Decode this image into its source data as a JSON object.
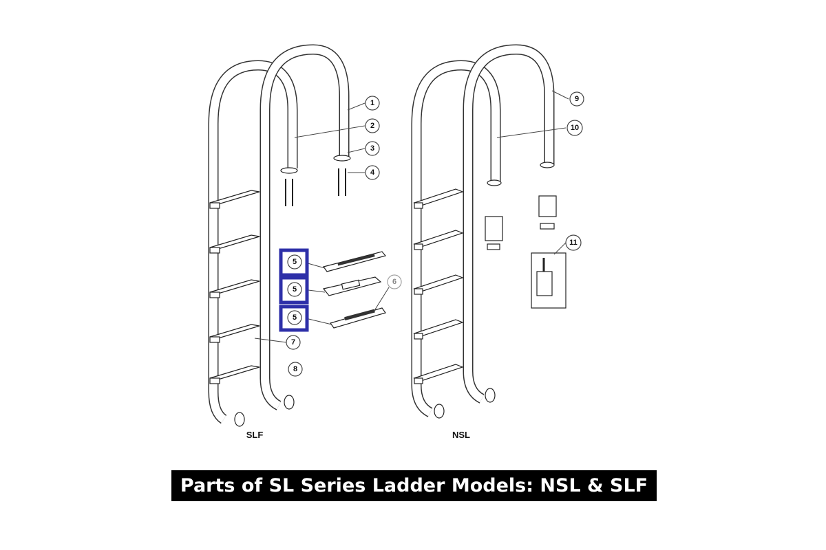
{
  "caption": "Parts of SL Series Ladder Models: NSL & SLF",
  "models": {
    "left": "SLF",
    "right": "NSL"
  },
  "callouts": {
    "c1": "1",
    "c2": "2",
    "c3": "3",
    "c4": "4",
    "c5a": "5",
    "c5b": "5",
    "c5c": "5",
    "c6": "6",
    "c7": "7",
    "c8": "8",
    "c9": "9",
    "c10": "10",
    "c11": "11"
  },
  "colors": {
    "highlight": "#2d2fa8",
    "caption_bg": "#000000",
    "caption_text": "#ffffff"
  }
}
